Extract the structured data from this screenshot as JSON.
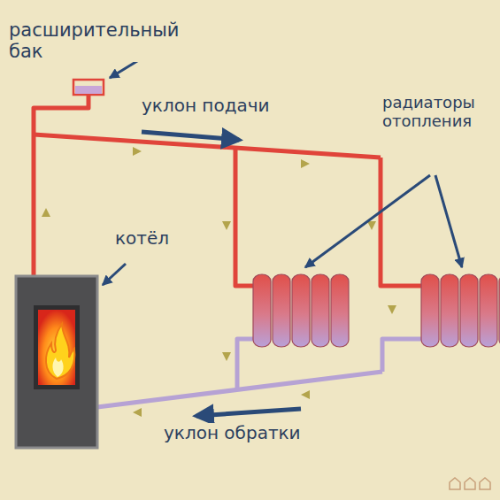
{
  "diagram": {
    "labels": [
      "расширительный бак",
      "уклон подачи",
      "радиаторы отопления",
      "котёл",
      "уклон обратки"
    ]
  }
}
